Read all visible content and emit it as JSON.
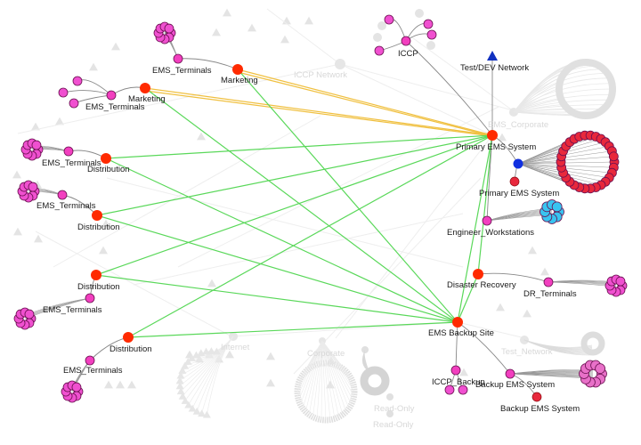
{
  "diagram": {
    "title": "EMS network topology graph",
    "colors": {
      "router": "#ff2a00",
      "terminal": "#f23fbf",
      "terminal_cluster": "#f050d0",
      "server_cluster": "#e8283c",
      "workstation_cluster": "#38c4f0",
      "hub_blue": "#1030e0",
      "triangle_blue": "#1030c0",
      "edge_green": "#5ad85a",
      "edge_yellow": "#f0c040",
      "edge_gray": "#888888",
      "faded": "#e2e2e2"
    },
    "nodes": [
      {
        "id": "primary",
        "label": "Primary EMS System",
        "type": "router"
      },
      {
        "id": "backup",
        "label": "EMS Backup Site",
        "type": "router"
      },
      {
        "id": "dr",
        "label": "Disaster Recovery",
        "type": "router"
      },
      {
        "id": "mkt1",
        "label": "Marketing",
        "type": "router"
      },
      {
        "id": "mkt2",
        "label": "Marketing",
        "type": "router"
      },
      {
        "id": "dist1",
        "label": "Distribution",
        "type": "router"
      },
      {
        "id": "dist2",
        "label": "Distribution",
        "type": "router"
      },
      {
        "id": "dist3",
        "label": "Distribution",
        "type": "router"
      },
      {
        "id": "dist4",
        "label": "Distribution",
        "type": "router"
      },
      {
        "id": "t_mkt1",
        "label": "EMS_Terminals",
        "type": "terminal"
      },
      {
        "id": "t_mkt2",
        "label": "EMS_Terminals",
        "type": "terminal"
      },
      {
        "id": "t_dist1",
        "label": "EMS_Terminals",
        "type": "terminal"
      },
      {
        "id": "t_dist2",
        "label": "EMS_Terminals",
        "type": "terminal"
      },
      {
        "id": "t_dist3",
        "label": "EMS_Terminals",
        "type": "terminal"
      },
      {
        "id": "t_dist4",
        "label": "EMS_Terminals",
        "type": "terminal"
      },
      {
        "id": "iccp",
        "label": "ICCP",
        "type": "terminal"
      },
      {
        "id": "testdev",
        "label": "Test/DEV Network",
        "type": "triangle"
      },
      {
        "id": "pems_hub",
        "label": "",
        "type": "hub"
      },
      {
        "id": "pems2",
        "label": "Primary EMS System",
        "type": "router-small"
      },
      {
        "id": "eng",
        "label": "Engineer_Workstations",
        "type": "terminal"
      },
      {
        "id": "drt",
        "label": "DR_Terminals",
        "type": "terminal"
      },
      {
        "id": "iccp_b",
        "label": "ICCP_Backup",
        "type": "terminal"
      },
      {
        "id": "bems_t",
        "label": "Backup EMS System",
        "type": "terminal"
      },
      {
        "id": "bems",
        "label": "Backup EMS System",
        "type": "router-small"
      }
    ],
    "faded_labels": [
      "ICCP Network",
      "EMS_Corporate",
      "Internet",
      "Corporate",
      "Test_Network",
      "Read-Only",
      "Read-Only"
    ],
    "links_yellow": [
      [
        "mkt1",
        "primary"
      ],
      [
        "mkt2",
        "primary"
      ]
    ],
    "links_green": [
      [
        "mkt1",
        "backup"
      ],
      [
        "mkt2",
        "backup"
      ],
      [
        "dist1",
        "primary"
      ],
      [
        "dist1",
        "backup"
      ],
      [
        "dist2",
        "primary"
      ],
      [
        "dist2",
        "backup"
      ],
      [
        "dist3",
        "primary"
      ],
      [
        "dist3",
        "backup"
      ],
      [
        "dist4",
        "primary"
      ],
      [
        "dist4",
        "backup"
      ],
      [
        "primary",
        "backup"
      ],
      [
        "primary",
        "dr"
      ],
      [
        "dr",
        "backup"
      ]
    ]
  }
}
